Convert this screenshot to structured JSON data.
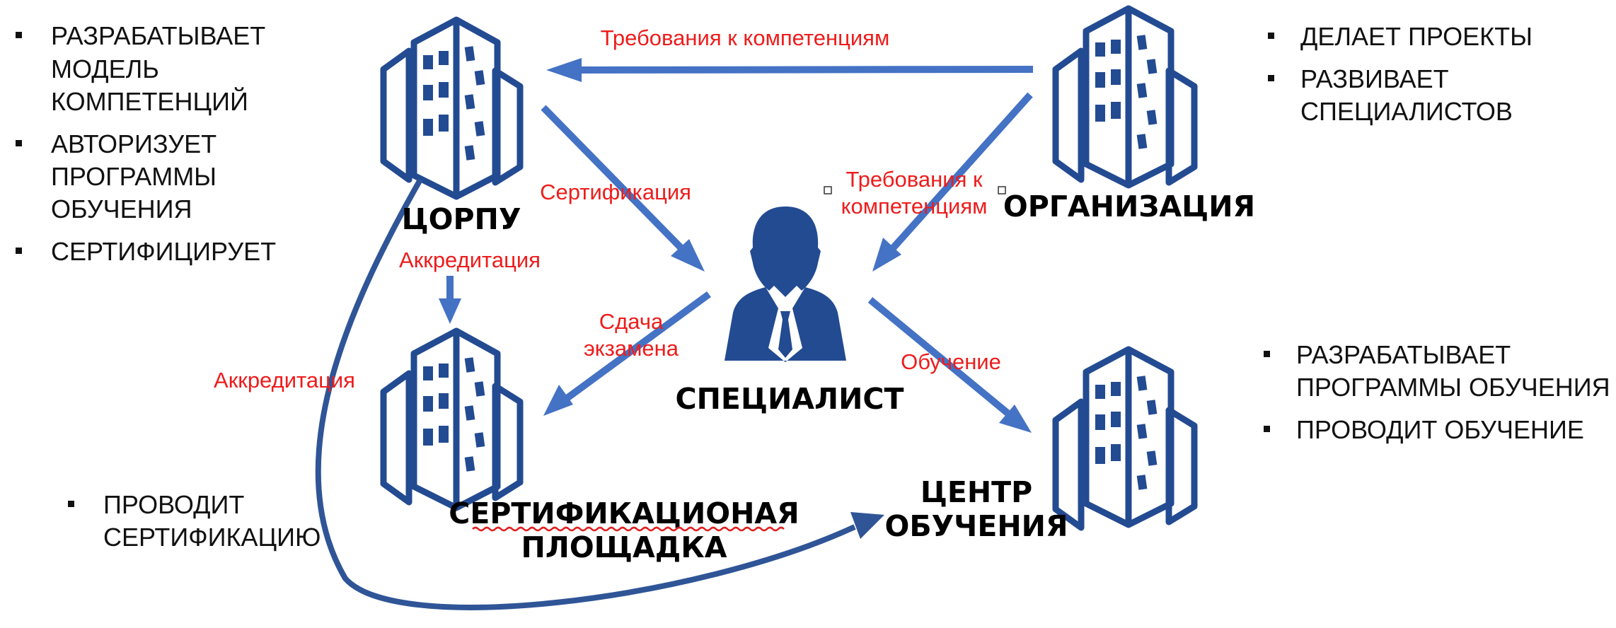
{
  "nodes": {
    "corpu": {
      "title_lines": [
        "ЦОРПУ"
      ],
      "bullets": [
        [
          "РАЗРАБАТЫВАЕТ",
          "МОДЕЛЬ",
          "КОМПЕТЕНЦИЙ"
        ],
        [
          "АВТОРИЗУЕТ",
          "ПРОГРАММЫ",
          "ОБУЧЕНИЯ"
        ],
        [
          "СЕРТИФИЦИРУЕТ"
        ]
      ]
    },
    "organization": {
      "title_lines": [
        "ОРГАНИЗАЦИЯ"
      ],
      "bullets": [
        [
          "ДЕЛАЕТ ПРОЕКТЫ"
        ],
        [
          "РАЗВИВАЕТ",
          "СПЕЦИАЛИСТОВ"
        ]
      ]
    },
    "specialist": {
      "title_lines": [
        "СПЕЦИАЛИСТ"
      ]
    },
    "cert_site": {
      "title_lines": [
        "СЕРТИФИКАЦИОНАЯ",
        "ПЛОЩАДКА"
      ],
      "bullets": [
        [
          "ПРОВОДИТ",
          "СЕРТИФИКАЦИЮ"
        ]
      ]
    },
    "training_center": {
      "title_lines": [
        "ЦЕНТР",
        "ОБУЧЕНИЯ"
      ],
      "bullets": [
        [
          "РАЗРАБАТЫВАЕТ",
          "ПРОГРАММЫ ОБУЧЕНИЯ"
        ],
        [
          "ПРОВОДИТ ОБУЧЕНИЕ"
        ]
      ]
    }
  },
  "edges": {
    "org_to_corpu": {
      "label_lines": [
        "Требования к компетенциям"
      ]
    },
    "corpu_to_specialist": {
      "label_lines": [
        "Сертификация"
      ]
    },
    "org_to_specialist": {
      "label_lines": [
        "Требования к",
        "компетенциям"
      ]
    },
    "corpu_to_cert_site": {
      "label_lines": [
        "Аккредитация"
      ]
    },
    "specialist_to_cert_site": {
      "label_lines": [
        "Сдача",
        "экзамена"
      ]
    },
    "specialist_to_training": {
      "label_lines": [
        "Обучение"
      ]
    },
    "corpu_to_training": {
      "label_lines": [
        "Аккредитация"
      ]
    }
  },
  "colors": {
    "icon": "#234b92",
    "arrow": "#4472c4",
    "curve_arrow": "#2f5597",
    "label": "#ee1c1c",
    "text": "#111111"
  },
  "icons": {
    "building": "office-building-icon",
    "person": "businessman-icon"
  }
}
